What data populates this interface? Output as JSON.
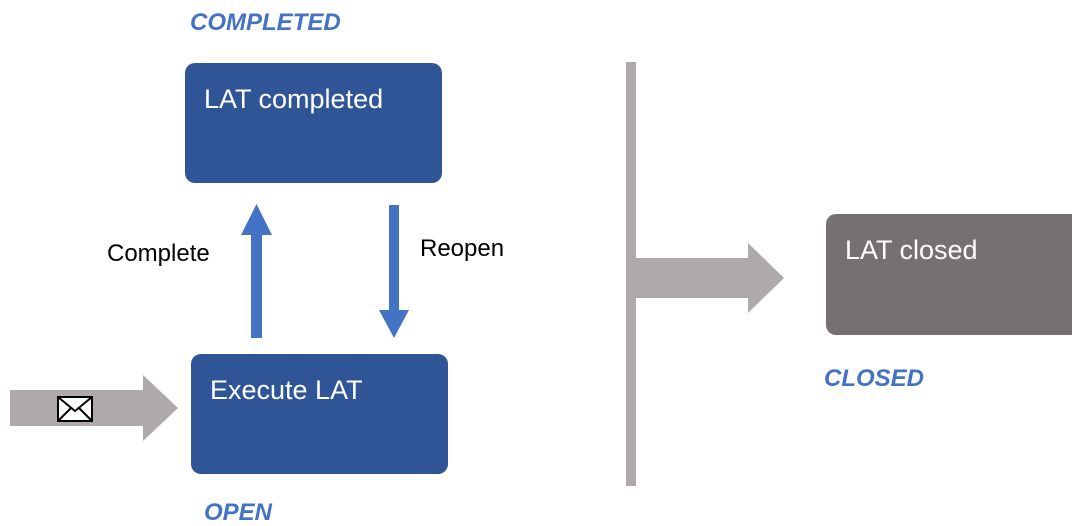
{
  "states": {
    "completed": "COMPLETED",
    "open": "OPEN",
    "closed": "CLOSED"
  },
  "boxes": {
    "lat_completed": "LAT completed",
    "execute_lat": "Execute LAT",
    "lat_closed": "LAT closed"
  },
  "transitions": {
    "complete": "Complete",
    "reopen": "Reopen"
  },
  "icons": {
    "incoming": "envelope-icon"
  },
  "colors": {
    "state_label": "#4472c4",
    "active_box": "#2f5597",
    "closed_box": "#767171",
    "transition_arrow": "#4472c4",
    "flow_arrow": "#aeaaaa",
    "divider": "#aeaaaa"
  }
}
